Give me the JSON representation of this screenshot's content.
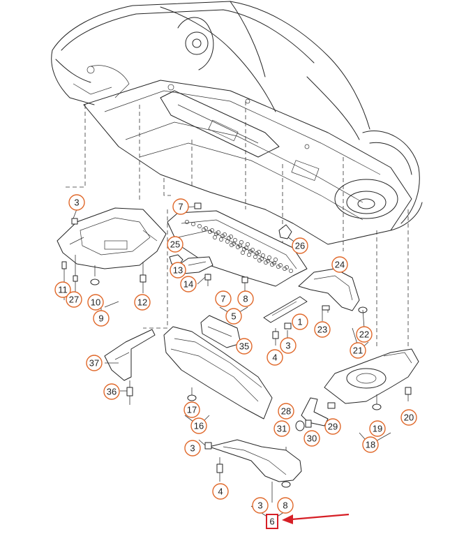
{
  "diagram": {
    "highlight_color": "#d61f26",
    "label_color": "#e0682a",
    "labels": [
      {
        "id": "l3a",
        "text": "3"
      },
      {
        "id": "l11",
        "text": "11"
      },
      {
        "id": "l27",
        "text": "27"
      },
      {
        "id": "l10",
        "text": "10"
      },
      {
        "id": "l9",
        "text": "9"
      },
      {
        "id": "l12",
        "text": "12"
      },
      {
        "id": "l7a",
        "text": "7"
      },
      {
        "id": "l25",
        "text": "25"
      },
      {
        "id": "l13",
        "text": "13"
      },
      {
        "id": "l14",
        "text": "14"
      },
      {
        "id": "l7b",
        "text": "7"
      },
      {
        "id": "l8a",
        "text": "8"
      },
      {
        "id": "l5",
        "text": "5"
      },
      {
        "id": "l26",
        "text": "26"
      },
      {
        "id": "l24",
        "text": "24"
      },
      {
        "id": "l1",
        "text": "1"
      },
      {
        "id": "l23",
        "text": "23"
      },
      {
        "id": "l22",
        "text": "22"
      },
      {
        "id": "l21",
        "text": "21"
      },
      {
        "id": "l35",
        "text": "35"
      },
      {
        "id": "l3b",
        "text": "3"
      },
      {
        "id": "l4a",
        "text": "4"
      },
      {
        "id": "l37",
        "text": "37"
      },
      {
        "id": "l36",
        "text": "36"
      },
      {
        "id": "l17",
        "text": "17"
      },
      {
        "id": "l16",
        "text": "16"
      },
      {
        "id": "l28",
        "text": "28"
      },
      {
        "id": "l31",
        "text": "31"
      },
      {
        "id": "l30",
        "text": "30"
      },
      {
        "id": "l29",
        "text": "29"
      },
      {
        "id": "l19",
        "text": "19"
      },
      {
        "id": "l20",
        "text": "20"
      },
      {
        "id": "l18",
        "text": "18"
      },
      {
        "id": "l3c",
        "text": "3"
      },
      {
        "id": "l4b",
        "text": "4"
      },
      {
        "id": "l3d",
        "text": "3"
      },
      {
        "id": "l8b",
        "text": "8"
      },
      {
        "id": "l6",
        "text": "6"
      }
    ]
  }
}
